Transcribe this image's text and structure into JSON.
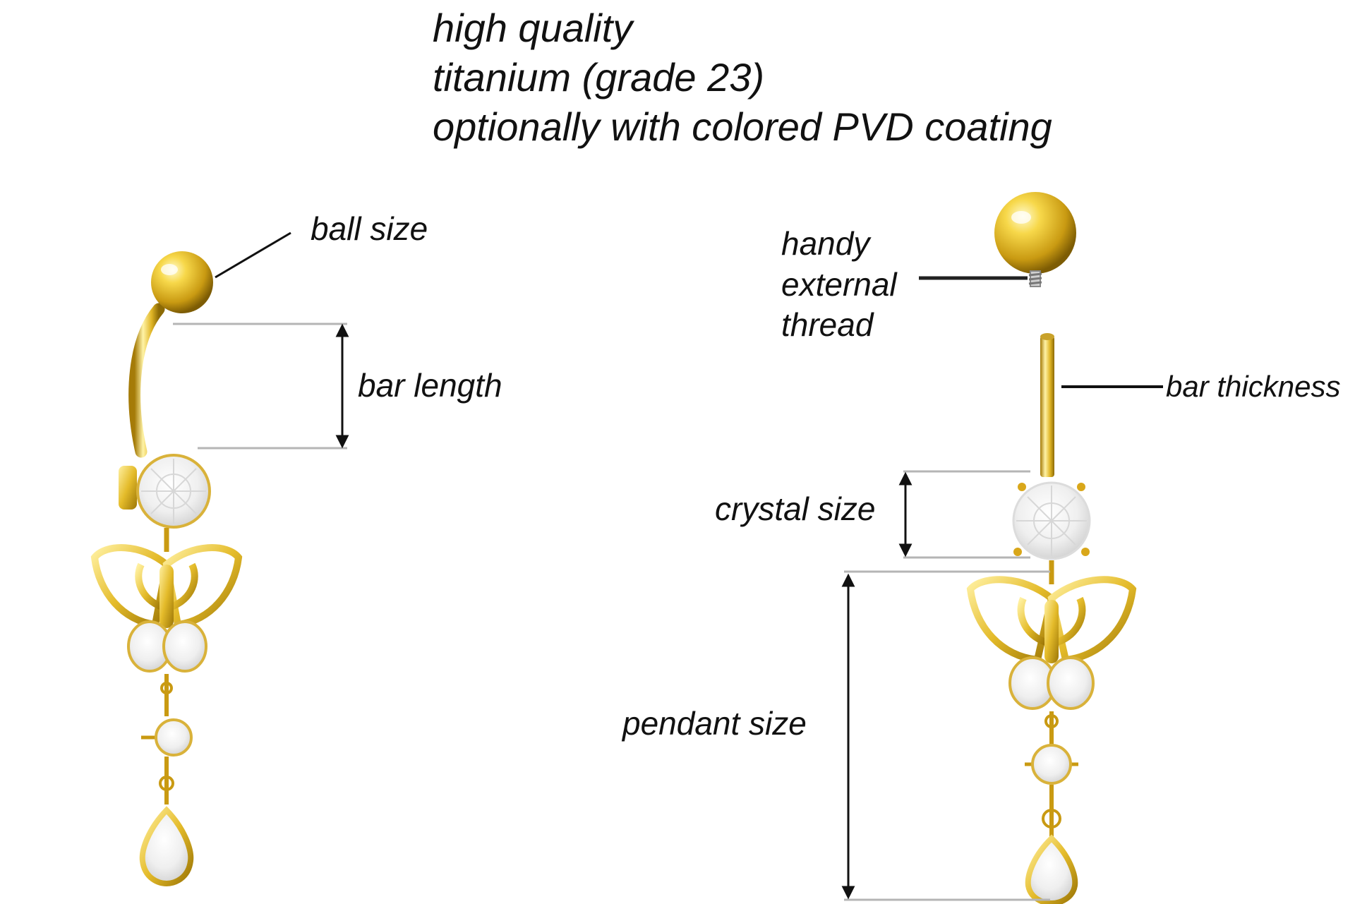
{
  "header": {
    "line1": "high quality",
    "line2": "titanium (grade 23)",
    "line3": "optionally with colored PVD coating"
  },
  "left_product": {
    "labels": {
      "ball_size": "ball size",
      "bar_length": "bar length"
    }
  },
  "right_product": {
    "labels": {
      "thread_line1": "handy",
      "thread_line2": "external",
      "thread_line3": "thread",
      "bar_thickness": "bar thickness",
      "crystal_size": "crystal size",
      "pendant_size": "pendant size"
    }
  },
  "colors": {
    "gold_light": "#fff2a0",
    "gold": "#e3b923",
    "gold_dark": "#8c6a05",
    "crystal": "#f4f4f4",
    "crystal_edge": "#c9c9c9",
    "guide_gray": "#b5b5b5",
    "arrow": "#111111",
    "text": "#111111"
  }
}
